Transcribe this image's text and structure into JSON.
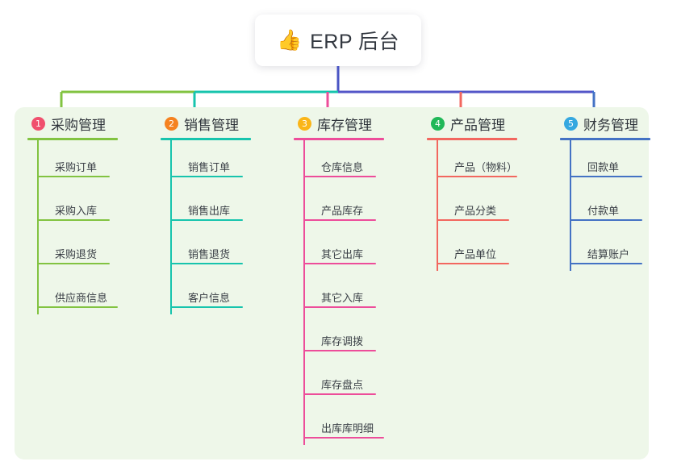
{
  "root": {
    "icon": "thumbs-up-icon",
    "emoji": "👍",
    "title": "ERP 后台"
  },
  "colors": {
    "panel_background": "#eef7e9",
    "page_background": "#ffffff",
    "root_text": "#333840",
    "trunk": "#4a55c4",
    "branch_left_green": "#82c341",
    "branch_teal": "#17c4ad",
    "branch_purple": "#5456c8",
    "branch_blue": "#3a6fd8"
  },
  "columns": [
    {
      "number": "1",
      "title": "采购管理",
      "badge_color": "#f0506e",
      "line_color": "#82c341",
      "connector_color": "#82c341",
      "items": [
        {
          "label": "采购订单"
        },
        {
          "label": "采购入库"
        },
        {
          "label": "采购退货"
        },
        {
          "label": "供应商信息"
        }
      ]
    },
    {
      "number": "2",
      "title": "销售管理",
      "badge_color": "#f58220",
      "line_color": "#17c4ad",
      "connector_color": "#17c4ad",
      "items": [
        {
          "label": "销售订单"
        },
        {
          "label": "销售出库"
        },
        {
          "label": "销售退货"
        },
        {
          "label": "客户信息"
        }
      ]
    },
    {
      "number": "3",
      "title": "库存管理",
      "badge_color": "#fab518",
      "line_color": "#ed4d9a",
      "connector_color": "#ed4d9a",
      "items": [
        {
          "label": "仓库信息"
        },
        {
          "label": "产品库存"
        },
        {
          "label": "其它出库"
        },
        {
          "label": "其它入库"
        },
        {
          "label": "库存调拨"
        },
        {
          "label": "库存盘点"
        },
        {
          "label": "出库库明细"
        }
      ]
    },
    {
      "number": "4",
      "title": "产品管理",
      "badge_color": "#21b858",
      "line_color": "#f2675f",
      "connector_color": "#f2675f",
      "items": [
        {
          "label": "产品（物料）"
        },
        {
          "label": "产品分类"
        },
        {
          "label": "产品单位"
        }
      ]
    },
    {
      "number": "5",
      "title": "财务管理",
      "badge_color": "#35a8e0",
      "line_color": "#4472c4",
      "connector_color": "#4472c4",
      "items": [
        {
          "label": "回款单"
        },
        {
          "label": "付款单"
        },
        {
          "label": "结算账户"
        }
      ]
    }
  ]
}
